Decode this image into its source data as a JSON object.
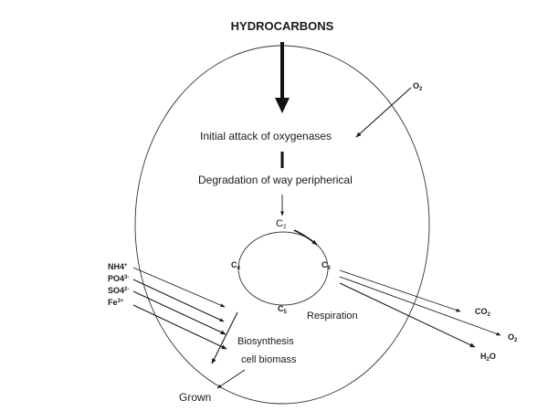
{
  "diagram": {
    "title": "HYDROCARBONS",
    "oxygen_in": "O",
    "oxygen_in_sub": "2",
    "step1": "Initial attack of oxygenases",
    "step2": "Degradation of way peripherical",
    "c2": "C",
    "c2_sub": "2",
    "c4": "C",
    "c4_sub": "4",
    "c6": "C",
    "c6_sub": "6",
    "c5": "C",
    "c5_sub": "5",
    "respiration": "Respiration",
    "biosynthesis": "Biosynthesis",
    "cell_biomass": "cell biomass",
    "grown": "Grown",
    "nutrients": {
      "nh4": "NH4",
      "nh4_sup": "+",
      "po4": "PO4",
      "po4_sup": "3-",
      "so4": "SO4",
      "so4_sup": "2-",
      "fe": "Fe",
      "fe_sup": "3+"
    },
    "outputs": {
      "co2": "CO",
      "co2_sub": "2",
      "o2": "O",
      "o2_sub": "2",
      "h2o_h": "H",
      "h2o_sub": "2",
      "h2o_o": "O"
    }
  }
}
